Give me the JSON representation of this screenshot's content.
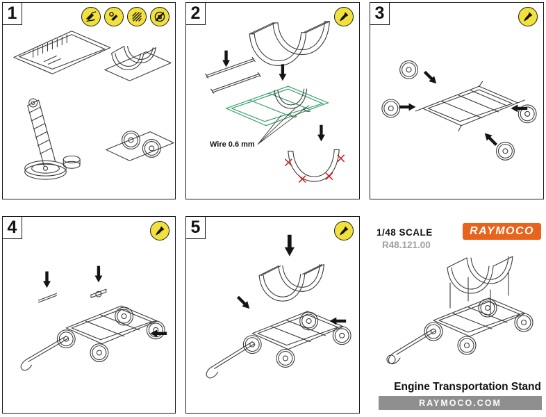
{
  "document": {
    "brand": "RAYMOCO",
    "website": "RAYMOCO.COM",
    "product_title": "Engine Transportation Stand",
    "scale_label": "1/48 SCALE",
    "product_code": "R48.121.00"
  },
  "steps": [
    {
      "number": "1",
      "icons": [
        "cut-icon",
        "trim-icon",
        "sand-icon",
        "do-not-glue-icon"
      ]
    },
    {
      "number": "2",
      "note": "Wire 0.6 mm",
      "icons": [
        "glue-icon"
      ]
    },
    {
      "number": "3",
      "icons": [
        "glue-icon"
      ]
    },
    {
      "number": "4",
      "icons": [
        "glue-icon"
      ]
    },
    {
      "number": "5",
      "icons": [
        "glue-icon"
      ]
    }
  ],
  "colors": {
    "icon_yellow": "#f2e13c",
    "brand_orange": "#e8641c",
    "footer_gray": "#8f8f8f",
    "wire_green": "#3aa06a",
    "cross_red": "#cc2323"
  }
}
